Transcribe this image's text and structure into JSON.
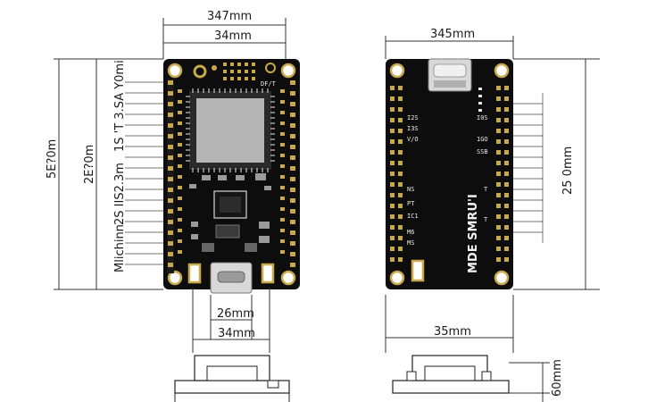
{
  "left_board": {
    "dim_top_outer": "347mm",
    "dim_top_inner": "34mm",
    "dim_height_outer": "5E?0m",
    "dim_height_mid": "2E?0m",
    "label_mid": "2S IIS2.3m",
    "label_pins_top": "1S 'T 3.SA Y0mi",
    "label_bottom": "Mlichinn",
    "silk_top": "DF/T",
    "dim_usb_width": "26mm",
    "dim_base_width": "34mm"
  },
  "right_board": {
    "dim_top": "345mm",
    "dim_height": "25 0mm",
    "dim_base_width": "35mm",
    "dim_connector": "60mm",
    "brand": "MDE SMRU'I",
    "silk_left": [
      "I2S",
      "I3S",
      "V/O",
      "NS",
      "PT",
      "IC1",
      "M6",
      "MS"
    ],
    "silk_right": [
      "I0S",
      "1GO",
      "SSB",
      "T",
      "T"
    ]
  },
  "colors": {
    "pcb": "#0d0d0d",
    "gold": "#c8a84a",
    "chip": "#b5b5b5",
    "dim_line": "#333333"
  }
}
